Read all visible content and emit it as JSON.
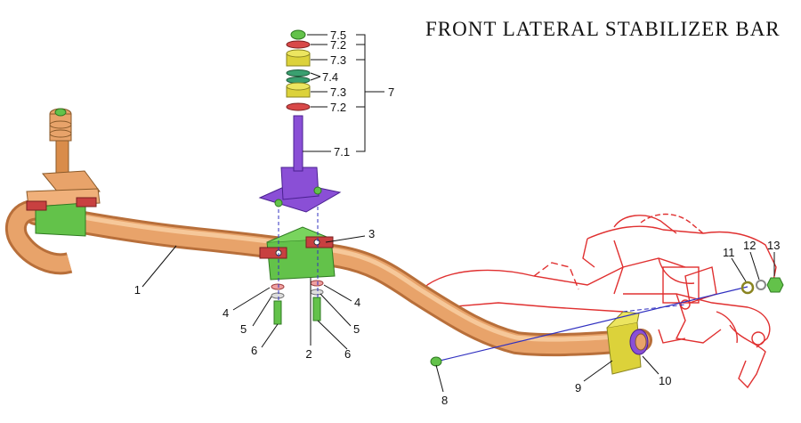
{
  "diagram": {
    "title": "FRONT LATERAL STABILIZER BAR",
    "callouts": {
      "c1": "1",
      "c2": "2",
      "c3": "3",
      "c4a": "4",
      "c4b": "4",
      "c5a": "5",
      "c5b": "5",
      "c6a": "6",
      "c6b": "6",
      "c7": "7",
      "c7_5": "7.5",
      "c7_2a": "7.2",
      "c7_3a": "7.3",
      "c7_4": "7.4",
      "c7_3b": "7.3",
      "c7_2b": "7.2",
      "c7_1": "7.1",
      "c8": "8",
      "c9": "9",
      "c10": "10",
      "c11": "11",
      "c12": "12",
      "c13": "13"
    },
    "colors": {
      "bar": "#e8a36a",
      "bar_dark": "#b86f3a",
      "bushing": "#63c24a",
      "clamp": "#c84040",
      "link": "#8a4fd6",
      "bracket_yellow": "#dcd23a",
      "knuckle_outline": "#e03030",
      "leader": "#111111",
      "axis_line": "#3030c0"
    }
  }
}
